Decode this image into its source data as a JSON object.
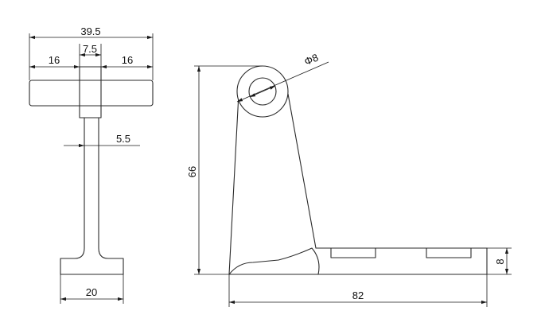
{
  "drawing": {
    "side_view": {
      "overall_width": "39.5",
      "flange_left": "16",
      "hub_width": "7.5",
      "flange_right": "16",
      "stem_thickness": "5.5",
      "base_width": "20"
    },
    "front_view": {
      "hole_diameter": "Φ8",
      "height": "66",
      "length": "82",
      "base_thickness": "8"
    }
  }
}
